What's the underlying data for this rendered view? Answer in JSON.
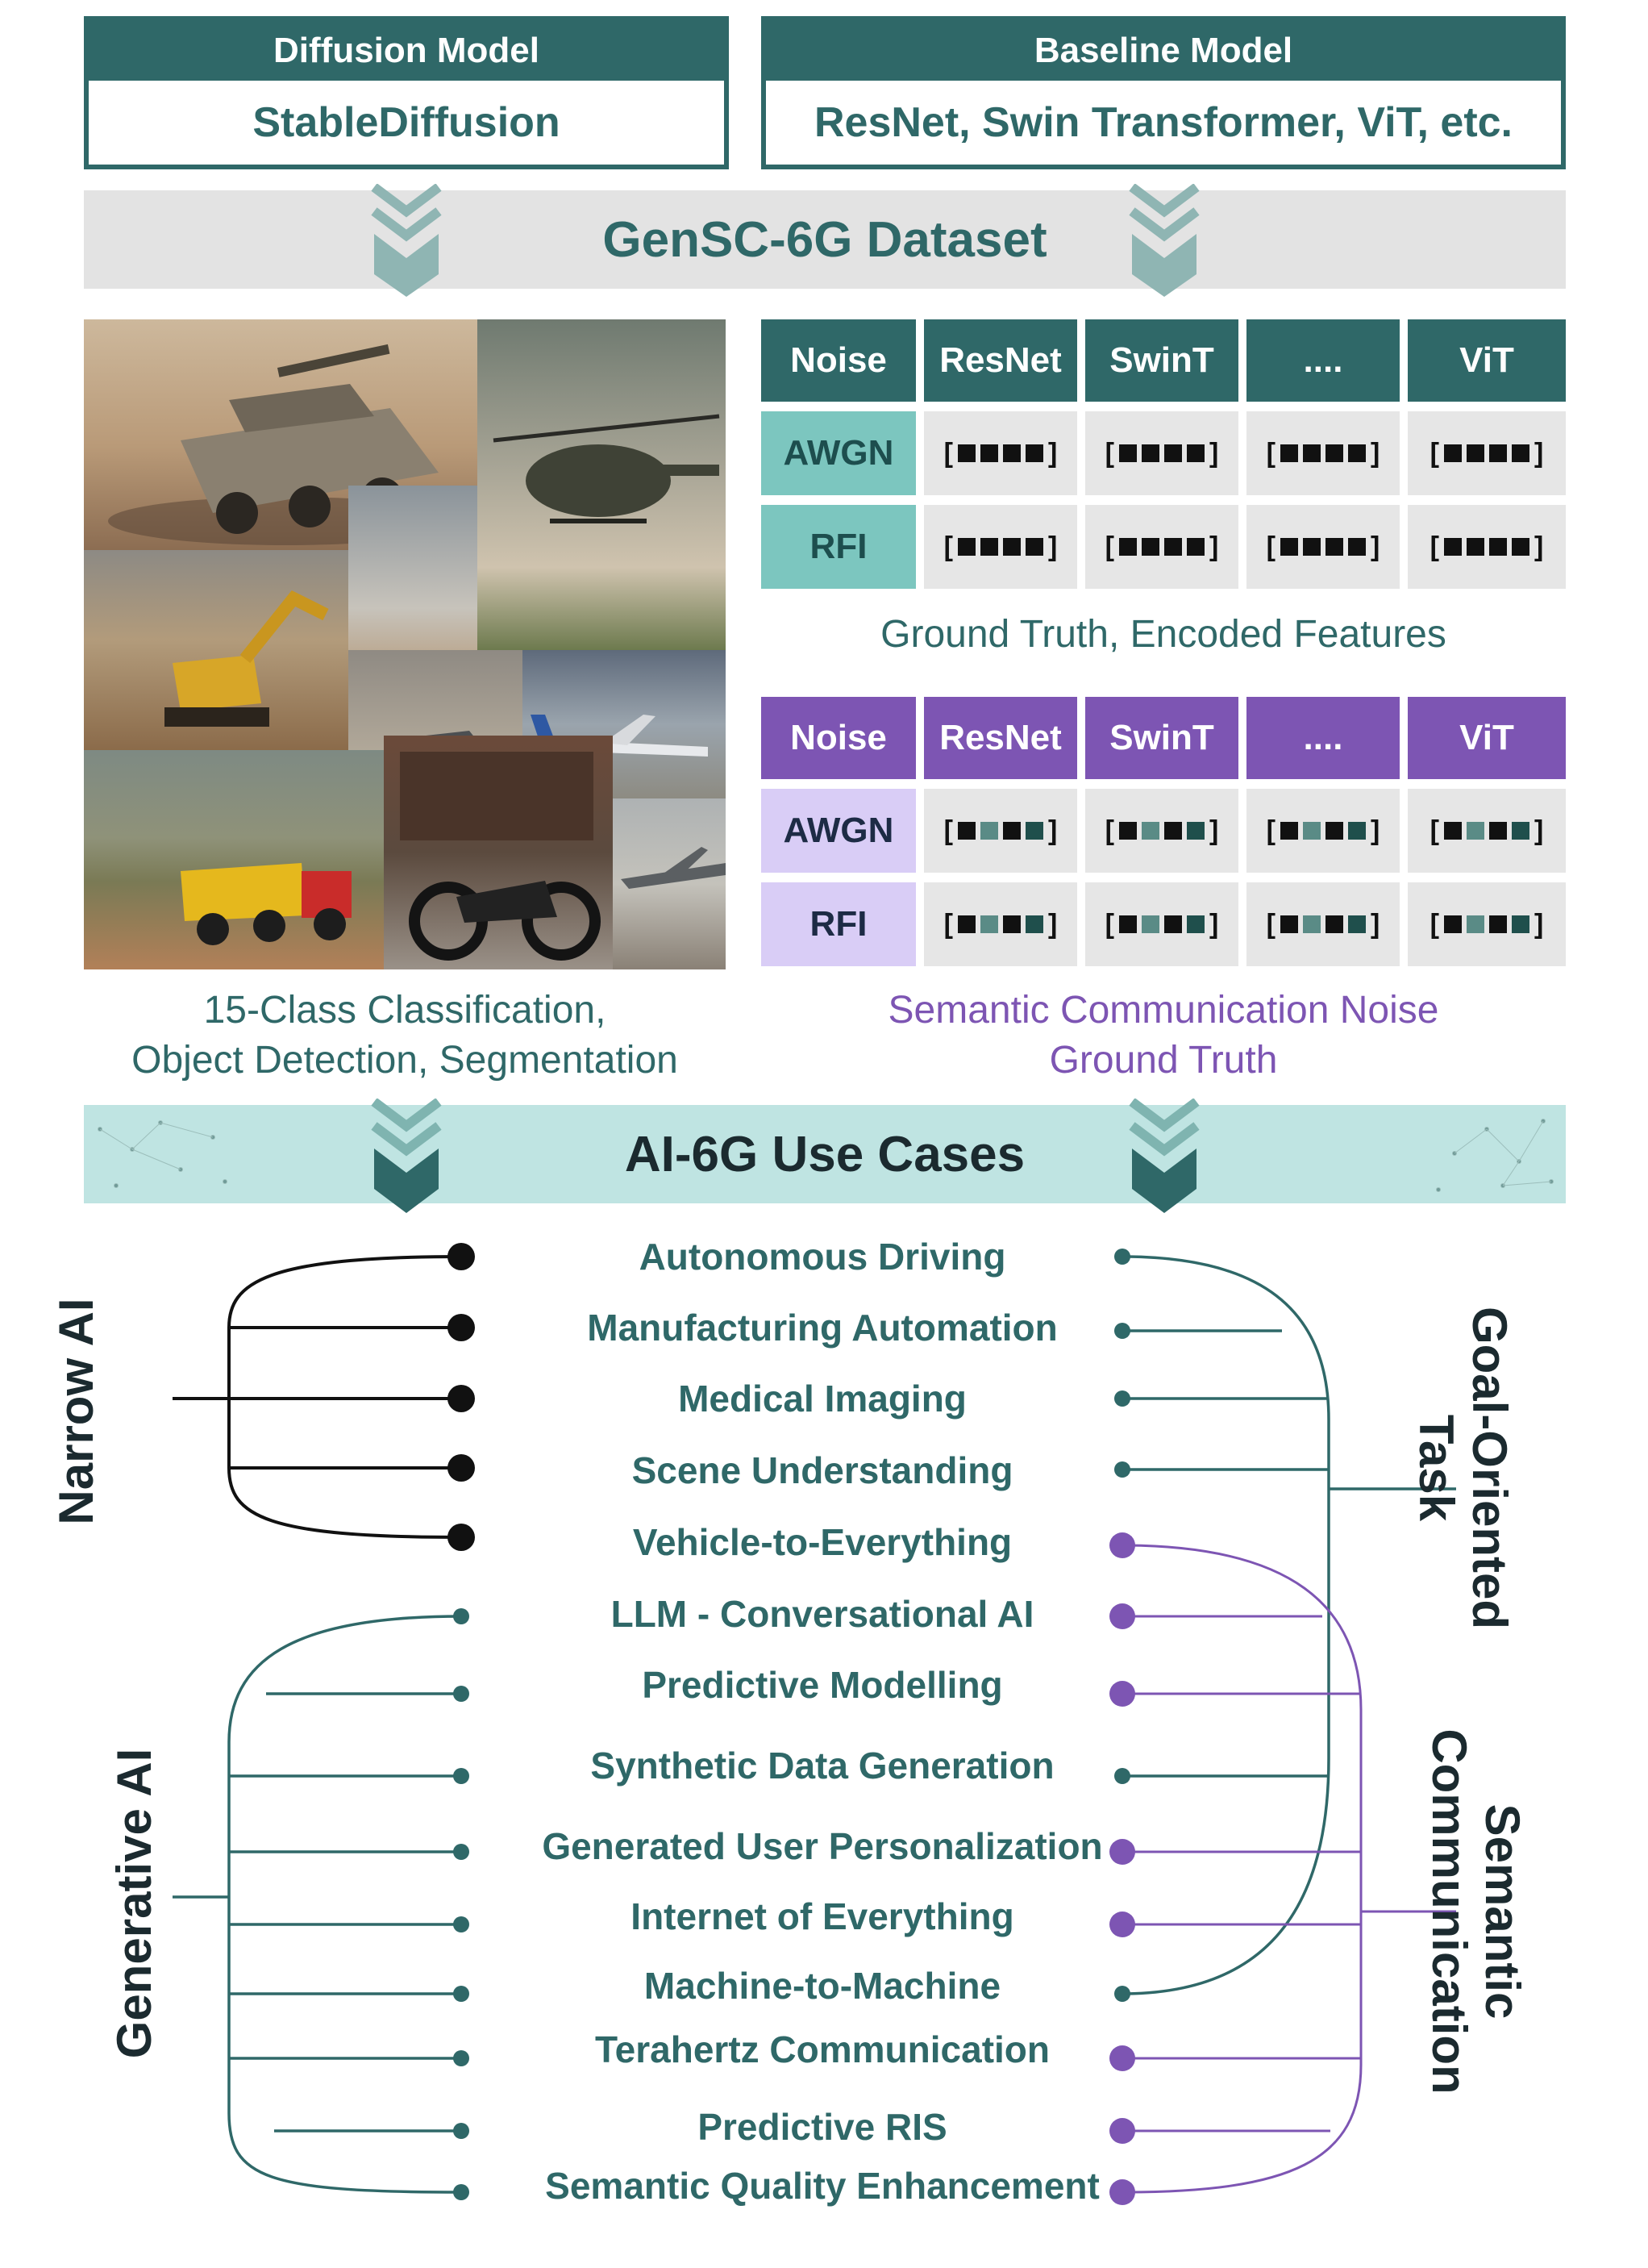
{
  "models": {
    "diffusion": {
      "header": "Diffusion Model",
      "value": "StableDiffusion"
    },
    "baseline": {
      "header": "Baseline Model",
      "value": "ResNet, Swin Transformer, ViT, etc."
    }
  },
  "dataset_banner": "GenSC-6G Dataset",
  "table_ground_truth": {
    "headers": [
      "Noise",
      "ResNet",
      "SwinT",
      "....",
      "ViT"
    ],
    "rows": [
      "AWGN",
      "RFI"
    ],
    "caption": "Ground Truth, Encoded Features"
  },
  "table_noise": {
    "headers": [
      "Noise",
      "ResNet",
      "SwinT",
      "....",
      "ViT"
    ],
    "rows": [
      "AWGN",
      "RFI"
    ],
    "caption_line1": "Semantic Communication Noise",
    "caption_line2": "Ground Truth"
  },
  "image_caption_line1": "15-Class Classification,",
  "image_caption_line2": "Object Detection, Segmentation",
  "usecases_banner": "AI-6G Use Cases",
  "use_cases": [
    "Autonomous Driving",
    "Manufacturing Automation",
    "Medical Imaging",
    "Scene Understanding",
    "Vehicle-to-Everything",
    "LLM - Conversational AI",
    "Predictive Modelling",
    "Synthetic Data Generation",
    "Generated User Personalization",
    "Internet of Everything",
    "Machine-to-Machine",
    "Terahertz Communication",
    "Predictive RIS",
    "Semantic Quality Enhancement"
  ],
  "labels": {
    "narrow_ai": "Narrow AI",
    "generative_ai": "Generative AI",
    "goal_oriented_1": "Goal-Oriented",
    "goal_oriented_2": "Task",
    "semantic_1": "Semantic",
    "semantic_2": "Communication"
  },
  "colors": {
    "teal": "#2f6868",
    "purple": "#7d55b3",
    "light_teal": "#7cc6bf",
    "light_purple": "#d9cdf6",
    "banner_grey": "#e3e3e3",
    "banner_teal": "#bfe4e2"
  }
}
